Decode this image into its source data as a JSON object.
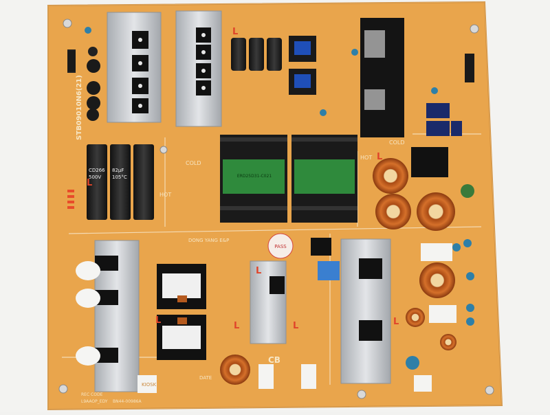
{
  "board": {
    "marking_left_vertical": "STB09010N6(21)",
    "label_hot_left": "HOT",
    "label_cold_left": "COLD",
    "label_cold_right": "COLD",
    "label_hot_right": "HOT",
    "label_cb": "CB",
    "label_l_marks": [
      "L",
      "L",
      "L",
      "L",
      "L",
      "L",
      "L",
      "L"
    ],
    "brand": "DONG YANG E&P",
    "label_date": "DATE",
    "bottom_codes": [
      "KIOSK",
      "REC CODE",
      "L9AAOP_EDY",
      "BN44-00986A"
    ],
    "transformer_text": "ERD25D31-C021",
    "cap_texts": [
      "CD266",
      "500V",
      "82μF",
      "105°C"
    ],
    "sticker_text": "PASS"
  },
  "colors": {
    "pcb": "#e8a54a",
    "heatsink": "#c9ccd0",
    "transformer_black": "#1c1c1c",
    "transformer_green": "#2f8a3c",
    "toroid_copper": "#c4601f"
  }
}
